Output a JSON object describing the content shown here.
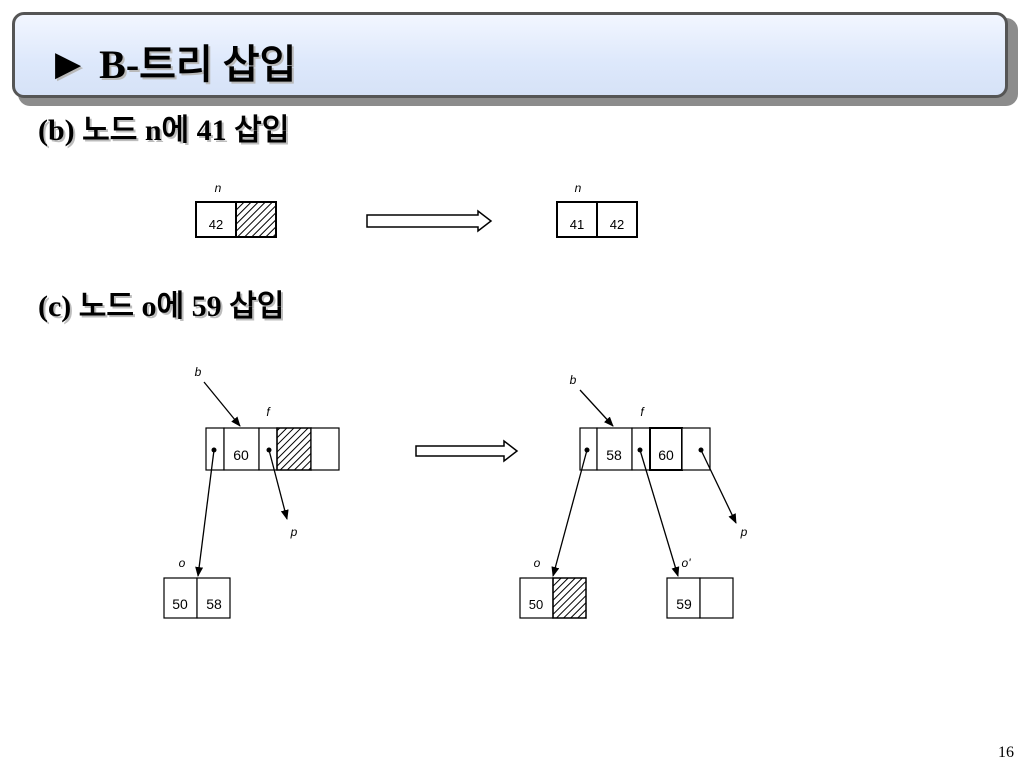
{
  "title": {
    "marker": "▶",
    "text": "B-트리 삽입"
  },
  "sections": {
    "b": {
      "title": "(b) 노드 n에 41 삽입"
    },
    "c": {
      "title": "(c) 노드 o에 59 삽입"
    }
  },
  "diagram_b": {
    "before": {
      "label": "n",
      "keys": [
        "42",
        ""
      ]
    },
    "after": {
      "label": "n",
      "keys": [
        "41",
        "42"
      ]
    }
  },
  "diagram_c": {
    "before": {
      "pointer_label": "b",
      "node_label": "f",
      "keys": [
        "60",
        ""
      ],
      "child_left": {
        "label": "o",
        "keys": [
          "50",
          "58"
        ]
      },
      "child_right_label": "p"
    },
    "after": {
      "pointer_label": "b",
      "node_label": "f",
      "keys": [
        "58",
        "60"
      ],
      "child_left": {
        "label": "o",
        "keys": [
          "50",
          ""
        ]
      },
      "child_mid": {
        "label": "o'",
        "keys": [
          "59",
          ""
        ]
      },
      "child_right_label": "p"
    }
  },
  "page_number": "16"
}
